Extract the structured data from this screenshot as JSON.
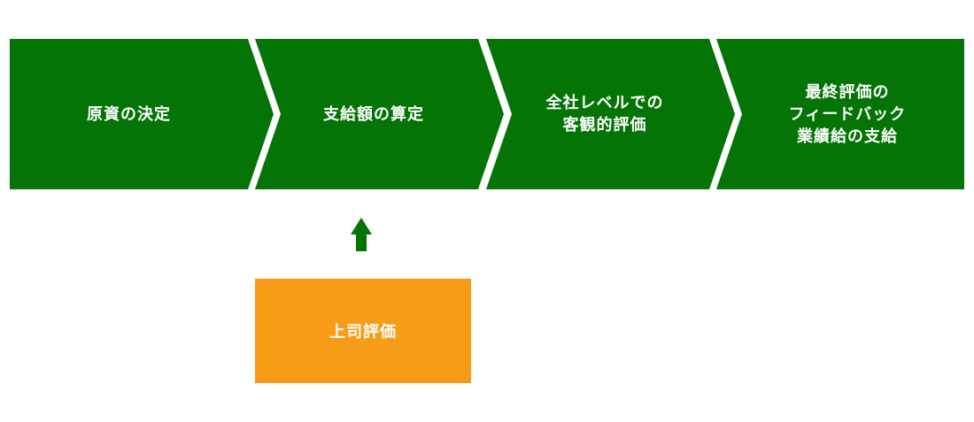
{
  "steps": [
    {
      "label": "原資の決定"
    },
    {
      "label": "支給額の算定"
    },
    {
      "label": "全社レベルでの\n客観的評価"
    },
    {
      "label": "最終評価の\nフィードバック\n業績給の支給"
    }
  ],
  "input_box": {
    "label": "上司評価"
  },
  "colors": {
    "step_fill": "#037405",
    "arrow": "#037405",
    "box_fill": "#f79c16",
    "text": "#ffffff",
    "background": "#ffffff"
  }
}
